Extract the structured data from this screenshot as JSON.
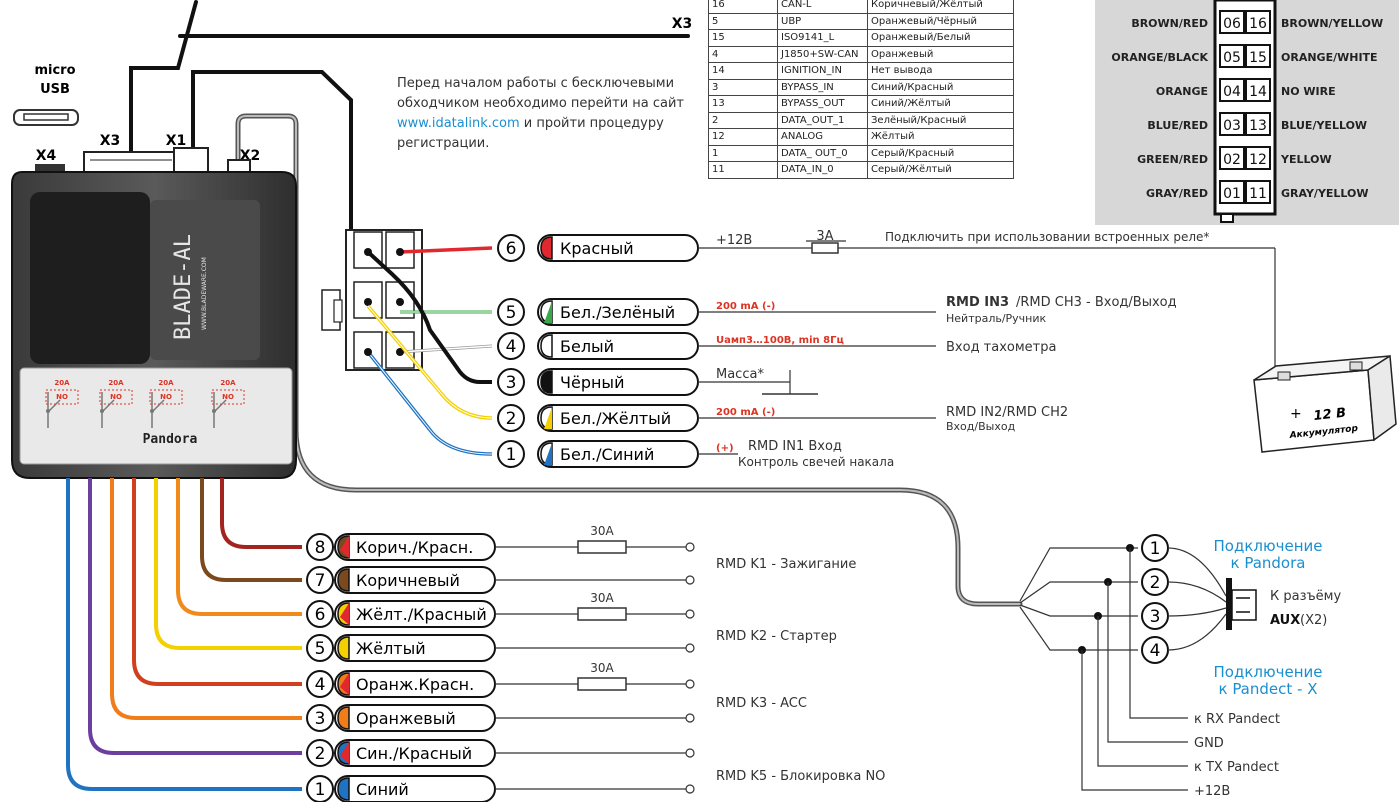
{
  "info": {
    "text_before": "Перед началом работы с бесключевыми обходчиком необходимо перейти на сайт ",
    "link": "www.idatalink.com",
    "text_after": " и пройти процедуру регистрации."
  },
  "pin_table": [
    [
      "16",
      "CAN-L",
      "Коричневый/Жёлтый"
    ],
    [
      "5",
      "UBP",
      "Оранжевый/Чёрный"
    ],
    [
      "15",
      "ISO9141_L",
      "Оранжевый/Белый"
    ],
    [
      "4",
      "J1850+SW-CAN",
      "Оранжевый"
    ],
    [
      "14",
      "IGNITION_IN",
      "Нет вывода"
    ],
    [
      "3",
      "BYPASS_IN",
      "Синий/Красный"
    ],
    [
      "13",
      "BYPASS_OUT",
      "Синий/Жёлтый"
    ],
    [
      "2",
      "DATA_OUT_1",
      "Зелёный/Красный"
    ],
    [
      "12",
      "ANALOG",
      "Жёлтый"
    ],
    [
      "1",
      "DATA_ OUT_0",
      "Серый/Красный"
    ],
    [
      "11",
      "DATA_IN_0",
      "Серый/Жёлтый"
    ]
  ],
  "connector_panel": {
    "rows": [
      {
        "left": "BROWN/RED",
        "a": "06",
        "b": "16",
        "right": "BROWN/YELLOW"
      },
      {
        "left": "ORANGE/BLACK",
        "a": "05",
        "b": "15",
        "right": "ORANGE/WHITE"
      },
      {
        "left": "ORANGE",
        "a": "04",
        "b": "14",
        "right": "NO WIRE"
      },
      {
        "left": "BLUE/RED",
        "a": "03",
        "b": "13",
        "right": "BLUE/YELLOW"
      },
      {
        "left": "GREEN/RED",
        "a": "02",
        "b": "12",
        "right": "YELLOW"
      },
      {
        "left": "GRAY/RED",
        "a": "01",
        "b": "11",
        "right": "GRAY/YELLOW"
      }
    ]
  },
  "device": {
    "micro_usb_line1": "micro",
    "micro_usb_line2": "USB",
    "x4": "X4",
    "x3": "X3",
    "x1": "X1",
    "x2": "X2",
    "x3_cable": "X3",
    "brand": "BLADE-AL",
    "site": "WWW.BLADEWARE.COM",
    "logo": "Pandora",
    "relays": [
      {
        "amp": "20A",
        "state": "NO"
      },
      {
        "amp": "20A",
        "state": "NO"
      },
      {
        "amp": "20A",
        "state": "NO"
      },
      {
        "amp": "20A",
        "state": "NO"
      }
    ]
  },
  "x1_connector": {
    "title": "X1",
    "wires": [
      {
        "num": "6",
        "label": "Красный",
        "fill": "#e0282e",
        "half": false,
        "wire": "#e0282e"
      },
      {
        "num": "5",
        "label": "Бел./Зелёный",
        "fill": "#3aa84a",
        "half": true,
        "wire": "#3aa84a"
      },
      {
        "num": "4",
        "label": "Белый",
        "fill": "#ffffff",
        "half": false,
        "wire": "#cccccc"
      },
      {
        "num": "3",
        "label": "Чёрный",
        "fill": "#111111",
        "half": false,
        "wire": "#111111"
      },
      {
        "num": "2",
        "label": "Бел./Жёлтый",
        "fill": "#f4d000",
        "half": true,
        "wire": "#f4d000"
      },
      {
        "num": "1",
        "label": "Бел./Синий",
        "fill": "#1f73c2",
        "half": true,
        "wire": "#1f73c2"
      }
    ],
    "plus12": "+12В",
    "fuse3": "3А",
    "relay_note": "Подключить при использовании встроенных реле*",
    "w5_spec": "200 mA (-)",
    "w5_title_bold": "RMD IN3",
    "w5_title": "/RMD CH3 - Вход/Выход",
    "w5_sub": "Нейтраль/Ручник",
    "w4_spec": "Uамп3…100В, min 8Гц",
    "w4_title": "Вход тахометра",
    "w3_mass": "Масса*",
    "w2_spec": "200 mA (-)",
    "w2_title": "RMD IN2/RMD CH2",
    "w2_sub": "Вход/Выход",
    "w1_spec": "(+)",
    "w1_title": "RMD IN1 Вход",
    "w1_sub": "Контроль свечей накала"
  },
  "battery": {
    "plus": "+",
    "value": "12 В",
    "label": "Аккумулятор"
  },
  "main_wires": [
    {
      "num": "8",
      "label": "Корич./Красн.",
      "fill": "#e0282e",
      "half": "#7a4a1e",
      "wire": "#a3231f",
      "fuse": "30A"
    },
    {
      "num": "7",
      "label": "Коричневый",
      "fill": "#7a4a1e",
      "half": "",
      "wire": "#7a4a1e",
      "fuse": ""
    },
    {
      "num": "6",
      "label": "Жёлт./Красный",
      "fill": "#e0282e",
      "half": "#f4d000",
      "wire": "#f08a1c",
      "fuse": "30A"
    },
    {
      "num": "5",
      "label": "Жёлтый",
      "fill": "#f4d000",
      "half": "",
      "wire": "#f4d000",
      "fuse": ""
    },
    {
      "num": "4",
      "label": "Оранж.Красн.",
      "fill": "#e0282e",
      "half": "#ef7d1a",
      "wire": "#d0401f",
      "fuse": "30A"
    },
    {
      "num": "3",
      "label": "Оранжевый",
      "fill": "#ef7d1a",
      "half": "",
      "wire": "#ef7d1a",
      "fuse": ""
    },
    {
      "num": "2",
      "label": "Син./Красный",
      "fill": "#e0282e",
      "half": "#1f73c2",
      "wire": "#6b3ea0",
      "fuse": ""
    },
    {
      "num": "1",
      "label": "Синий",
      "fill": "#1f73c2",
      "half": "",
      "wire": "#1f73c2",
      "fuse": ""
    }
  ],
  "rmd_labels": [
    "RMD K1 - Зажигание",
    "RMD K2 - Стартер",
    "RMD K3 - ACC",
    "RMD K5 - Блокировка NO"
  ],
  "aux": {
    "pins": [
      "1",
      "2",
      "3",
      "4"
    ],
    "pandora_line1": "Подключение",
    "pandora_line2": "к Pandora",
    "conn_line1": "К разъёму",
    "conn_bold": "AUX",
    "conn_rest": " (X2)",
    "pandect_line1": "Подключение",
    "pandect_line2": "к Pandect - X",
    "rx": "к RX Pandect",
    "gnd": "GND",
    "tx": "к TX Pandect",
    "plus": "+12В"
  }
}
